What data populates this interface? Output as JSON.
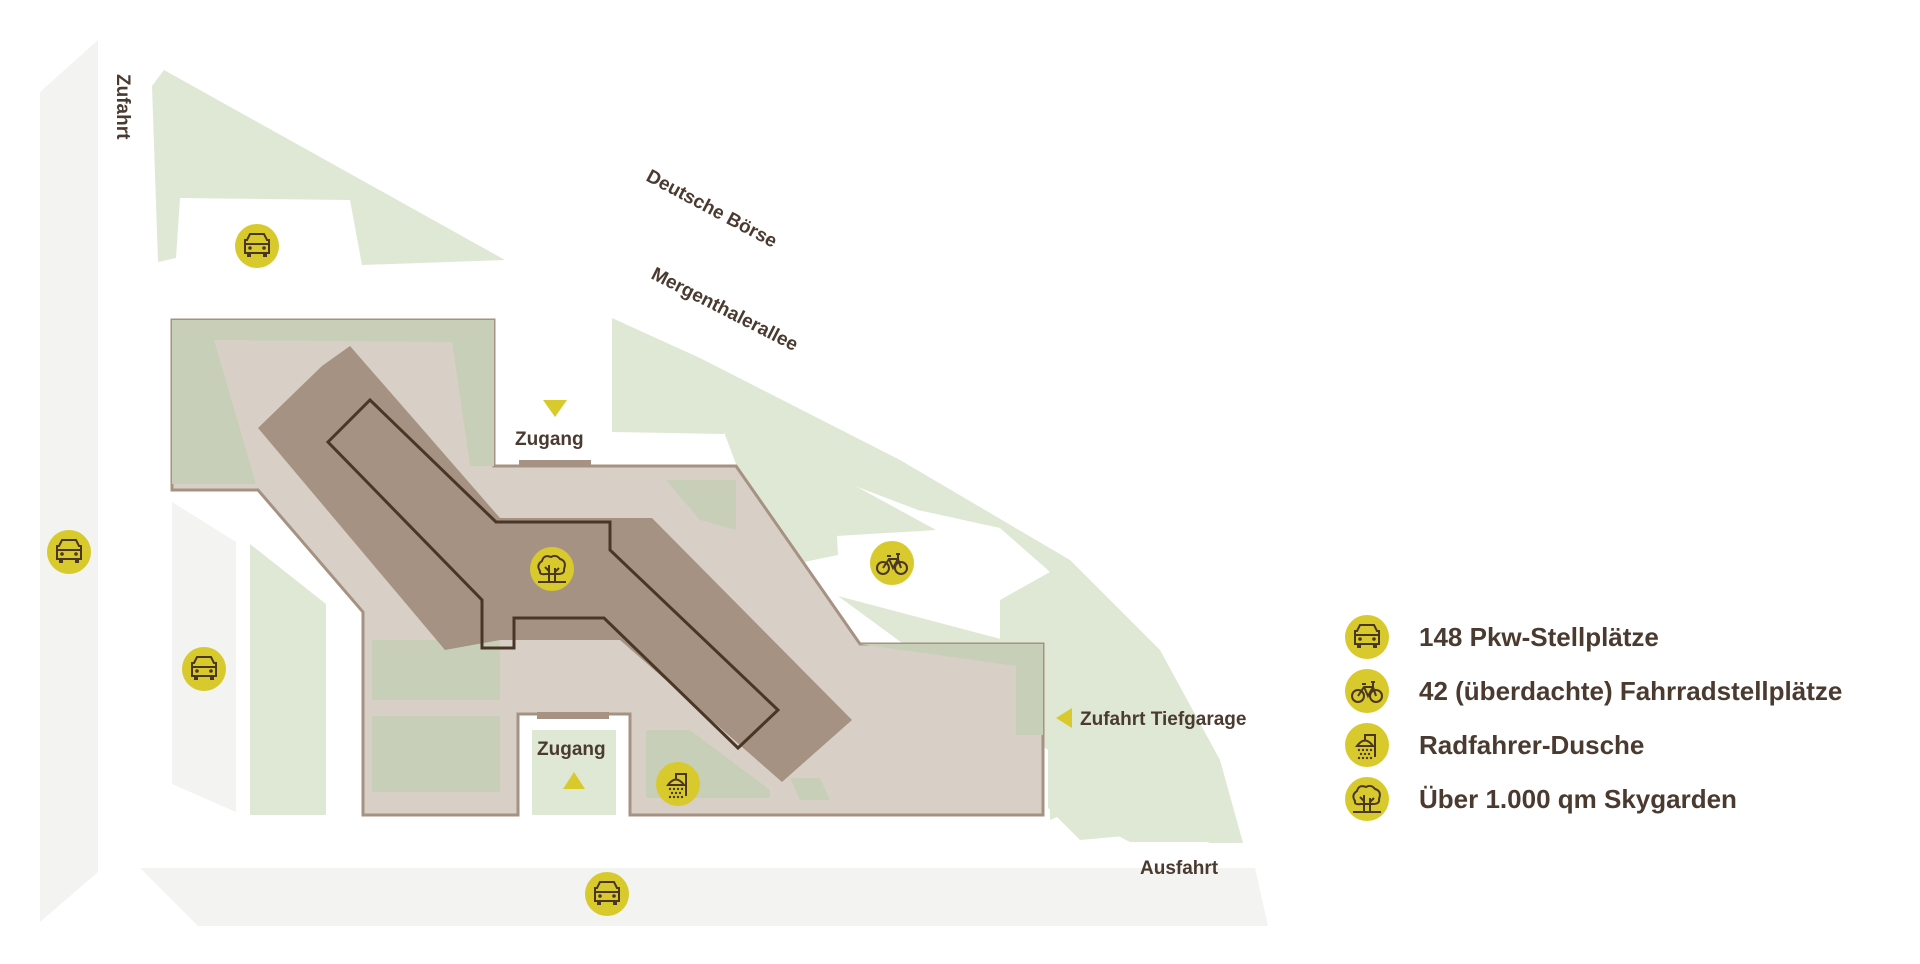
{
  "colors": {
    "road": "#f3f3f2",
    "green_light": "#dfe8d4",
    "green_mid": "#c8cfb8",
    "plaza": "#d8d0c6",
    "building": "#a69282",
    "outline": "#4a3626",
    "accent": "#d8c92c",
    "text": "#4a3a30"
  },
  "map": {
    "labels": {
      "zufahrt": "Zufahrt",
      "deutsche_boerse": "Deutsche Börse",
      "mergenthalerallee": "Mergenthalerallee",
      "zugang_top": "Zugang",
      "zugang_bottom": "Zugang",
      "zufahrt_tiefgarage": "Zufahrt Tiefgarage",
      "ausfahrt": "Ausfahrt"
    },
    "markers": [
      {
        "name": "car-parking-marker-top",
        "icon": "car-icon"
      },
      {
        "name": "car-parking-marker-left-road",
        "icon": "car-icon"
      },
      {
        "name": "car-parking-marker-left",
        "icon": "car-icon"
      },
      {
        "name": "car-parking-marker-bottom",
        "icon": "car-icon"
      },
      {
        "name": "bicycle-parking-marker",
        "icon": "bicycle-icon"
      },
      {
        "name": "shower-marker",
        "icon": "shower-icon"
      },
      {
        "name": "skygarden-marker",
        "icon": "trees-icon"
      }
    ]
  },
  "legend": {
    "items": [
      {
        "icon": "car-icon",
        "label": "148 Pkw-Stellplätze"
      },
      {
        "icon": "bicycle-icon",
        "label": "42 (überdachte) Fahrradstellplätze"
      },
      {
        "icon": "shower-icon",
        "label": "Radfahrer-Dusche"
      },
      {
        "icon": "trees-icon",
        "label": "Über 1.000 qm Skygarden"
      }
    ]
  }
}
